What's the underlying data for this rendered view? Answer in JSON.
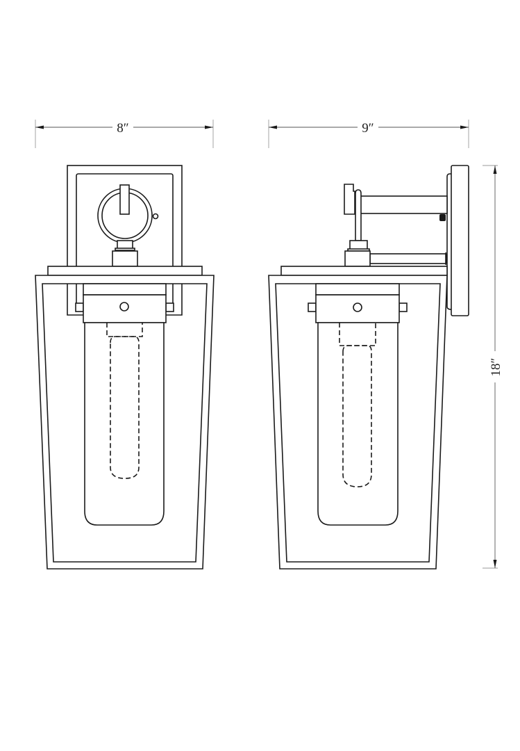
{
  "drawing": {
    "type": "technical-dimension-drawing",
    "subject": "outdoor wall sconce lantern",
    "views": [
      {
        "id": "front",
        "label": "front-view"
      },
      {
        "id": "side",
        "label": "side-view"
      }
    ],
    "line_color": "#1a1a1a",
    "dimension_color": "#555555",
    "background": "#ffffff"
  },
  "dimensions": {
    "width": {
      "label": "8″",
      "value": 8,
      "unit": "in"
    },
    "depth": {
      "label": "9″",
      "value": 9,
      "unit": "in"
    },
    "height": {
      "label": "18″",
      "value": 18,
      "unit": "in"
    }
  }
}
